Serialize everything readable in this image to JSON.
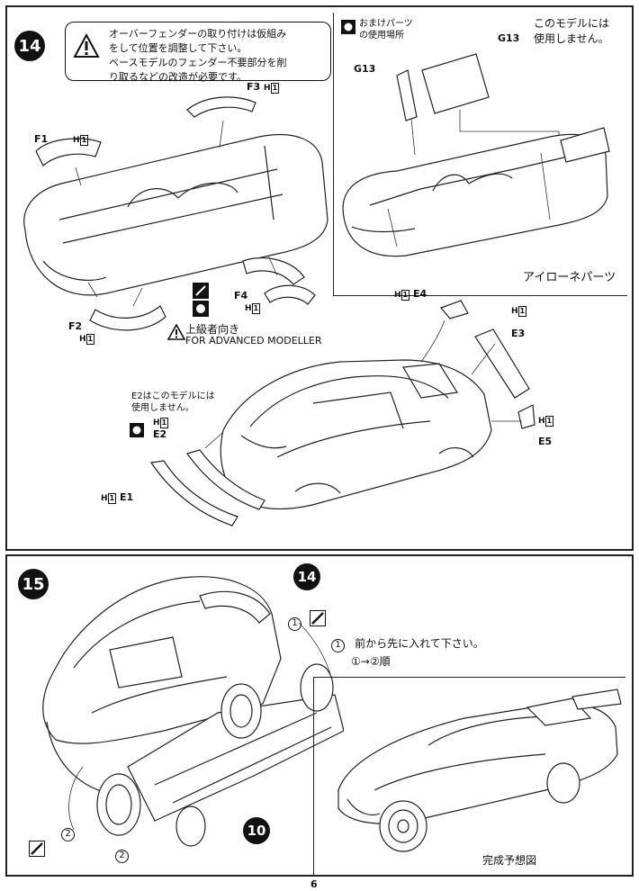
{
  "step14": {
    "number": "14",
    "warning_lines": [
      "オーバーフェンダーの取り付けは仮組み",
      "をして位置を調整して下さい。",
      "ベースモデルのフェンダー不要部分を削",
      "り取るなどの改造が必要です。"
    ],
    "parts": {
      "f1": "F1",
      "f2": "F2",
      "f3": "F3",
      "f4": "F4",
      "e1": "E1",
      "e2": "E2",
      "e3": "E3",
      "e4": "E4",
      "e5": "E5"
    },
    "glue_mark": "H",
    "glue_box": "1",
    "advanced_jp": "上級者向き",
    "advanced_en": "FOR ADVANCED MODELLER",
    "e2_note_lines": [
      "E2はこのモデルには",
      "使用しません。"
    ]
  },
  "bonus_panel": {
    "bonus_label_lines": [
      "おまけパーツ",
      "の使用場所"
    ],
    "part_g13": "G13",
    "not_used_lines": [
      "このモデルには",
      "使用しません。"
    ],
    "caption": "アイローネパーツ"
  },
  "step15": {
    "number": "15",
    "ref_14": "14",
    "ref_10": "10",
    "order_1": "1",
    "order_2": "2",
    "instruction": "前から先に入れて下さい。",
    "order_sequence": "①→②順",
    "final_caption": "完成予想図"
  },
  "page_number": "6"
}
